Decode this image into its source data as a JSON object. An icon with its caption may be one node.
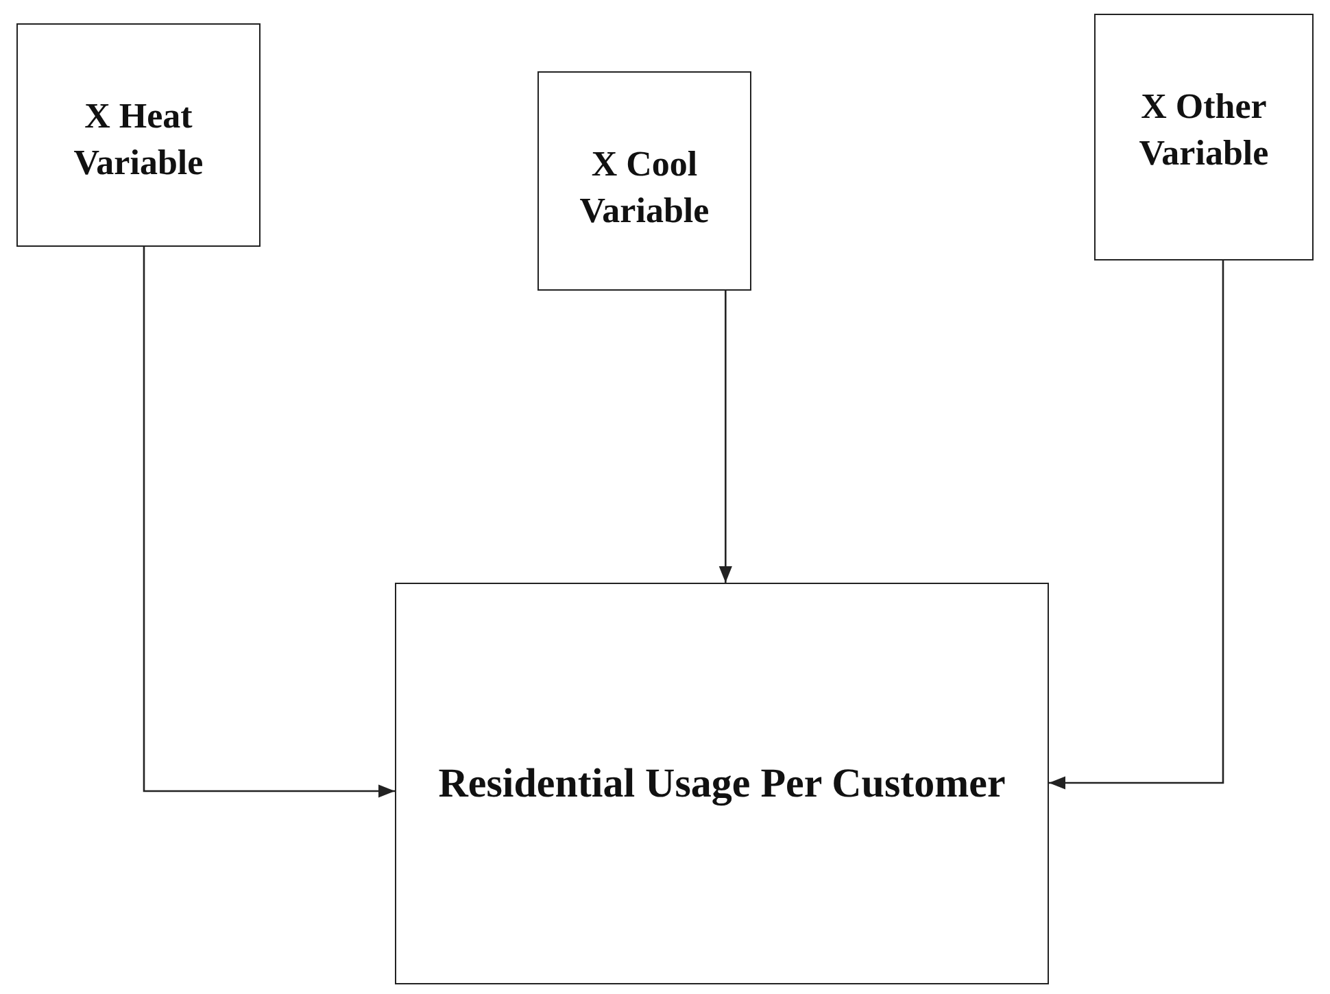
{
  "diagram": {
    "nodes": [
      {
        "text": [
          "X Heat Variable"
        ]
      },
      {
        "text": [
          "X Cool Variable"
        ]
      },
      {
        "text": [
          "X Other Variable"
        ]
      },
      {
        "text": [
          "Residential Usage Per Customer"
        ]
      }
    ],
    "edges": [
      {
        "from": 0,
        "to": 3,
        "arrow": "to"
      },
      {
        "from": 1,
        "to": 3,
        "arrow": "to"
      },
      {
        "from": 2,
        "to": 3,
        "arrow": "to"
      }
    ]
  }
}
